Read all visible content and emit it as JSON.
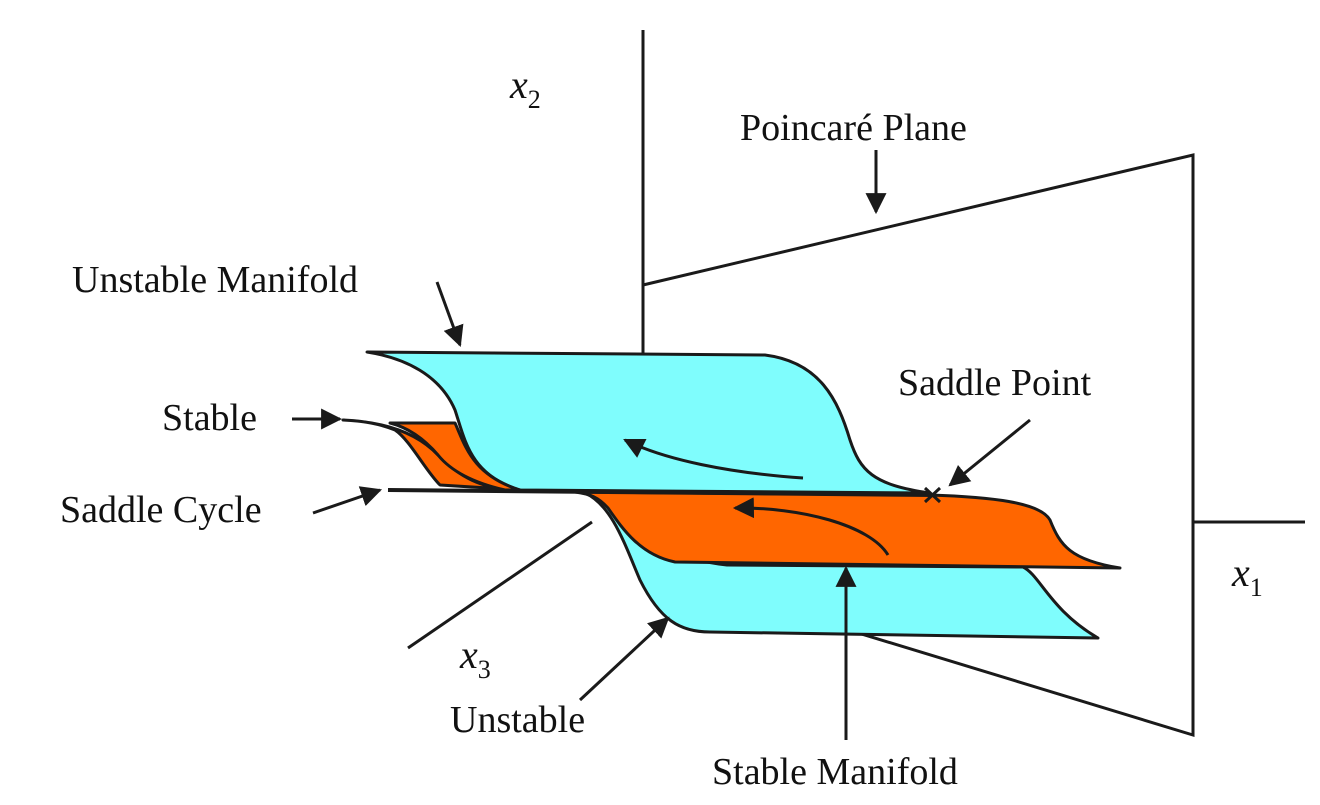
{
  "labels": {
    "poincare_plane": "Poincaré Plane",
    "unstable_manifold": "Unstable Manifold",
    "saddle_point": "Saddle Point",
    "stable": "Stable",
    "saddle_cycle": "Saddle Cycle",
    "unstable": "Unstable",
    "stable_manifold": "Stable Manifold"
  },
  "axes": {
    "x1": {
      "base": "x",
      "sub": "1"
    },
    "x2": {
      "base": "x",
      "sub": "2"
    },
    "x3": {
      "base": "x",
      "sub": "3"
    }
  },
  "colors": {
    "unstable_manifold_fill": "#7ffdfd",
    "stable_manifold_fill": "#ff6600",
    "line": "#1a1a1a"
  }
}
